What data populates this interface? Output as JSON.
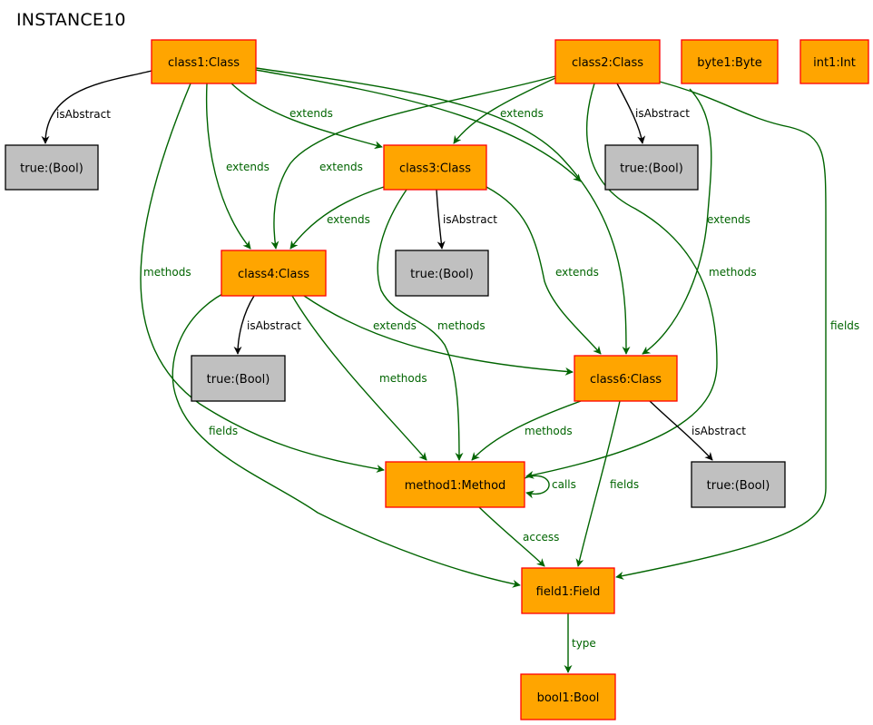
{
  "title": "INSTANCE10",
  "colors": {
    "node_fill": "#ffa500",
    "node_stroke": "#ff0000",
    "bool_fill": "#c0c0c0",
    "bool_stroke": "#000000",
    "edge_green": "#006400",
    "edge_black": "#000000"
  },
  "nodes": [
    {
      "id": "class1",
      "label": "class1:Class",
      "kind": "object"
    },
    {
      "id": "class2",
      "label": "class2:Class",
      "kind": "object"
    },
    {
      "id": "byte1",
      "label": "byte1:Byte",
      "kind": "object"
    },
    {
      "id": "int1",
      "label": "int1:Int",
      "kind": "object"
    },
    {
      "id": "bool_a",
      "label": "true:(Bool)",
      "kind": "bool"
    },
    {
      "id": "class3",
      "label": "class3:Class",
      "kind": "object"
    },
    {
      "id": "bool_b",
      "label": "true:(Bool)",
      "kind": "bool"
    },
    {
      "id": "class4",
      "label": "class4:Class",
      "kind": "object"
    },
    {
      "id": "bool_c",
      "label": "true:(Bool)",
      "kind": "bool"
    },
    {
      "id": "bool_d",
      "label": "true:(Bool)",
      "kind": "bool"
    },
    {
      "id": "class6",
      "label": "class6:Class",
      "kind": "object"
    },
    {
      "id": "method1",
      "label": "method1:Method",
      "kind": "object"
    },
    {
      "id": "bool_e",
      "label": "true:(Bool)",
      "kind": "bool"
    },
    {
      "id": "field1",
      "label": "field1:Field",
      "kind": "object"
    },
    {
      "id": "bool1",
      "label": "bool1:Bool",
      "kind": "object"
    }
  ],
  "edges": [
    {
      "from": "class1",
      "to": "bool_a",
      "label": "isAbstract"
    },
    {
      "from": "class1",
      "to": "class3",
      "label": "extends"
    },
    {
      "from": "class1",
      "to": "class4",
      "label": "extends"
    },
    {
      "from": "class1",
      "to": "class6",
      "label": ""
    },
    {
      "from": "class1",
      "to": "method1",
      "label": "methods"
    },
    {
      "from": "class2",
      "to": "bool_b",
      "label": "isAbstract"
    },
    {
      "from": "class2",
      "to": "class3",
      "label": "extends"
    },
    {
      "from": "class2",
      "to": "class4",
      "label": "extends"
    },
    {
      "from": "class2",
      "to": "class6",
      "label": "extends"
    },
    {
      "from": "class2",
      "to": "method1",
      "label": "methods"
    },
    {
      "from": "class2",
      "to": "field1",
      "label": "fields"
    },
    {
      "from": "class3",
      "to": "class4",
      "label": "extends"
    },
    {
      "from": "class3",
      "to": "bool_c",
      "label": "isAbstract"
    },
    {
      "from": "class3",
      "to": "class6",
      "label": "extends"
    },
    {
      "from": "class3",
      "to": "method1",
      "label": "methods"
    },
    {
      "from": "class1",
      "to": "class6",
      "label": "extends"
    },
    {
      "from": "class4",
      "to": "bool_d",
      "label": "isAbstract"
    },
    {
      "from": "class4",
      "to": "class6",
      "label": "extends"
    },
    {
      "from": "class4",
      "to": "method1",
      "label": "methods"
    },
    {
      "from": "class4",
      "to": "field1",
      "label": "fields"
    },
    {
      "from": "class6",
      "to": "method1",
      "label": "methods"
    },
    {
      "from": "class6",
      "to": "bool_e",
      "label": "isAbstract"
    },
    {
      "from": "class6",
      "to": "field1",
      "label": "fields"
    },
    {
      "from": "method1",
      "to": "method1",
      "label": "calls"
    },
    {
      "from": "method1",
      "to": "field1",
      "label": "access"
    },
    {
      "from": "field1",
      "to": "bool1",
      "label": "type"
    }
  ]
}
